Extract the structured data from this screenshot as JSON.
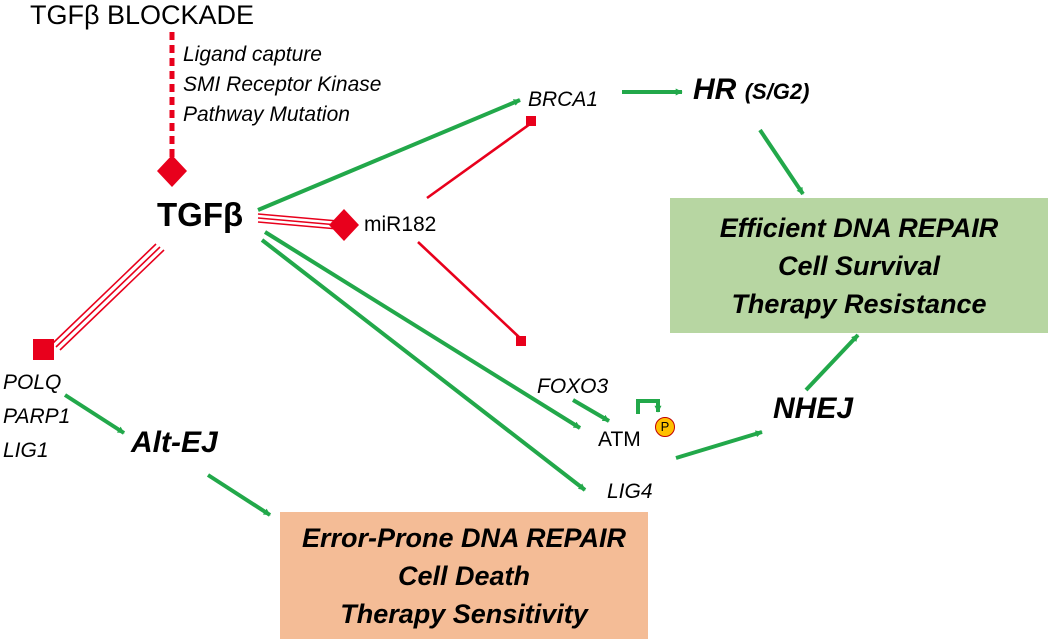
{
  "title": "TGFβ BLOCKADE",
  "blockade_methods": [
    "Ligand capture",
    "SMI Receptor Kinase",
    "Pathway Mutation"
  ],
  "nodes": {
    "tgfb": "TGFβ",
    "mir182": "miR182",
    "brca1": "BRCA1",
    "hr": "HR",
    "hr_phase": "(S/G2)",
    "foxo3": "FOXO3",
    "atm": "ATM",
    "phospho": "P",
    "lig4": "LIG4",
    "nhej": "NHEJ",
    "alt_genes": [
      "POLQ",
      "PARP1",
      "LIG1"
    ],
    "alt_ej": "Alt-EJ"
  },
  "outcomes": {
    "efficient": [
      "Efficient DNA REPAIR",
      "Cell Survival",
      "Therapy Resistance"
    ],
    "error_prone": [
      "Error-Prone DNA REPAIR",
      "Cell Death",
      "Therapy Sensitivity"
    ]
  },
  "colors": {
    "activation": "#22a84a",
    "inhibition": "#e8001c",
    "efficient_box": "#b7d6a2",
    "error_box": "#f4bc96",
    "phospho_badge": "#ffc000"
  }
}
